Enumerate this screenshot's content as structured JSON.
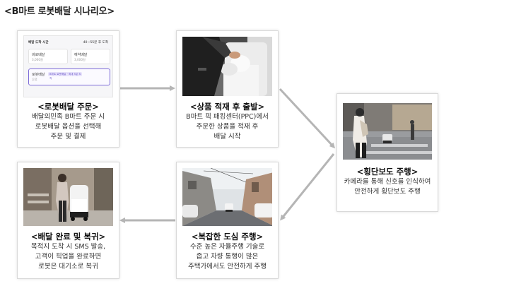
{
  "page_title": "<B마트 로봇배달 시나리오>",
  "steps": [
    {
      "title": "<로봇배달 주문>",
      "desc": [
        "배달의민족 B마트 주문 시",
        "로봇배달 옵션을 선택해",
        "주문 및 결제"
      ],
      "mockup": {
        "header": "배달 도착 시간",
        "eta": "40~55분 후 도착",
        "option1_title": "바로배달",
        "option1_price": "3,000원",
        "option2_title": "예약배달",
        "option2_price": "3,000원",
        "selected_title": "로봇배달",
        "selected_tag": "B마트 로봇배달 · 최대 5분 도착",
        "selected_price": "무료"
      }
    },
    {
      "title": "<상품 적재 후 출발>",
      "desc": [
        "B마트 픽 패킹센터(PPC)에서",
        "주문한 상품을 적재 후",
        "배달 시작"
      ]
    },
    {
      "title": "<횡단보도 주행>",
      "desc": [
        "카메라를 통해 신호를 인식하여",
        "안전하게 횡단보도 주행"
      ]
    },
    {
      "title": "<복잡한 도심 주행>",
      "desc": [
        "수준 높은 자율주행 기술로",
        "좁고 차량 통행이 많은",
        "주택가에서도 안전하게 주행"
      ]
    },
    {
      "title": "<배달 완료 및 복귀>",
      "desc": [
        "목적지 도착 시 SMS 발송,",
        "고객이 픽업을 완료하면",
        "로봇은 대기소로 복귀"
      ]
    }
  ],
  "colors": {
    "arrow": "#b5b5b5",
    "accent": "#7c6bd8",
    "card_border": "#d9d9d9"
  }
}
